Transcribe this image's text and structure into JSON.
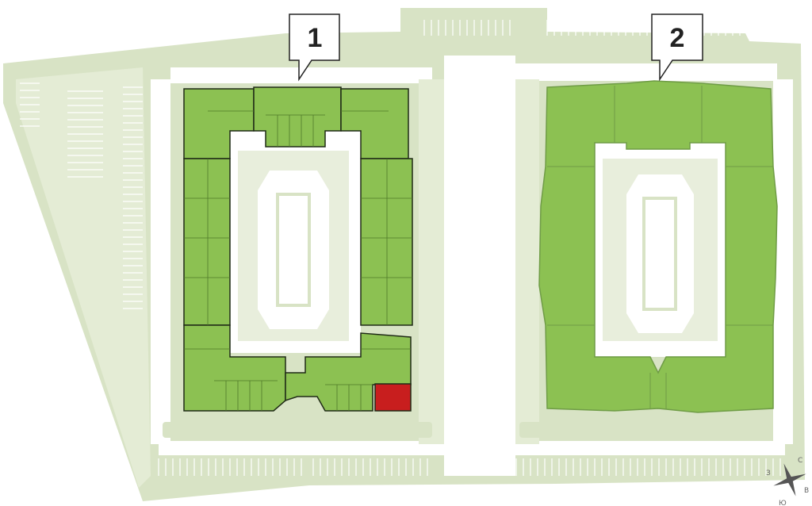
{
  "colors": {
    "site": "#d8e3c5",
    "site_light": "#e4ecd5",
    "parking_line": "#ffffff",
    "building_green": "#8cc152",
    "building_green_dark": "#79b33f",
    "building_outline": "#1f2a16",
    "apartment_highlight": "#c81e1e",
    "courtyard": "#ffffff",
    "callout_border": "#222222"
  },
  "buildings": [
    {
      "number": "1",
      "selected": true
    },
    {
      "number": "2",
      "selected": false
    }
  ],
  "compass": {
    "north": "С",
    "east": "В",
    "south": "Ю",
    "west": "З"
  }
}
